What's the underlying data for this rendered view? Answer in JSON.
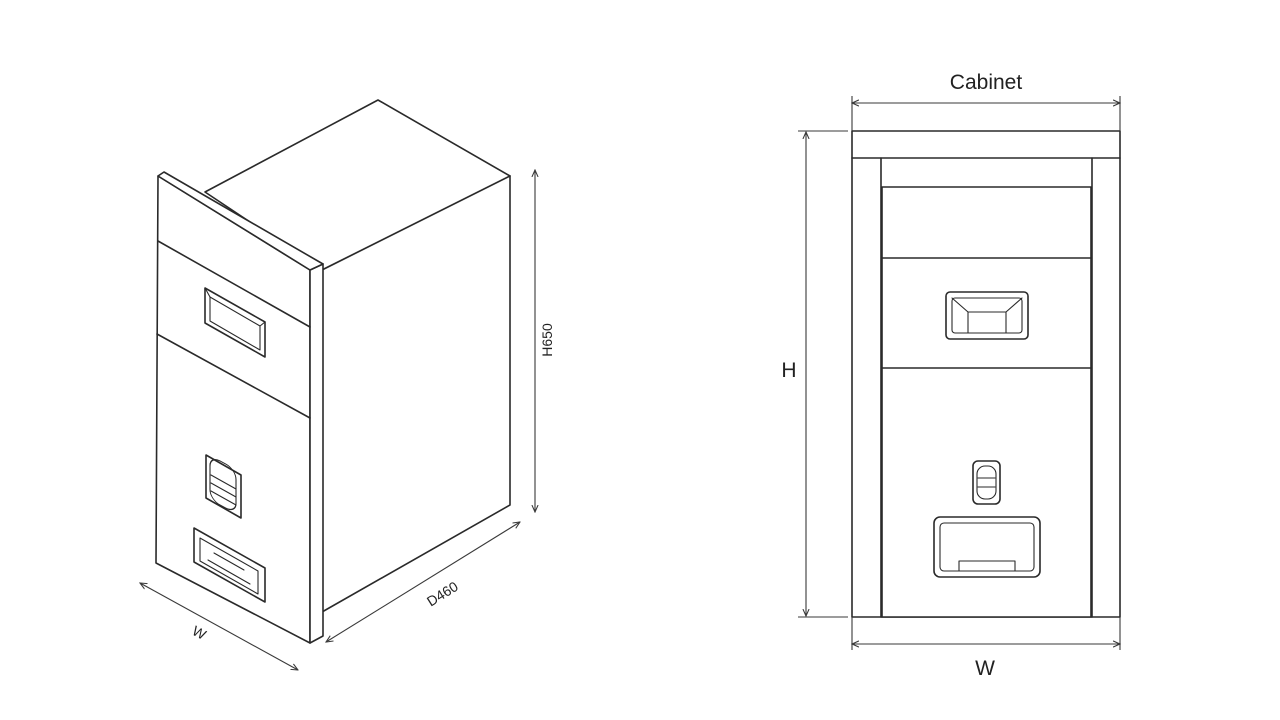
{
  "isometric_view": {
    "width_label": "W",
    "depth_label": "D460",
    "height_label": "H650"
  },
  "front_view": {
    "cabinet_label": "Cabinet",
    "height_label": "H",
    "width_label": "W"
  }
}
